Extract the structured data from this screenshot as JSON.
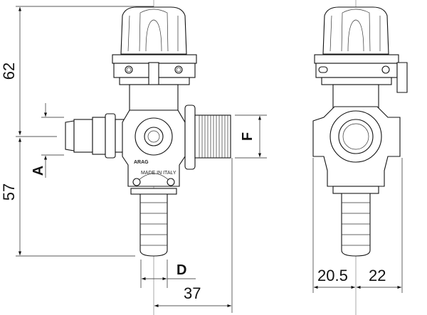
{
  "dimensions": {
    "height_top": "62",
    "height_bottom": "57",
    "label_a": "A",
    "label_d": "D",
    "label_f": "F",
    "width_left_view": "37",
    "width_right_left": "20.5",
    "width_right_right": "22"
  },
  "markings": {
    "brand": "ARAG",
    "origin": "MADE IN ITALY"
  }
}
